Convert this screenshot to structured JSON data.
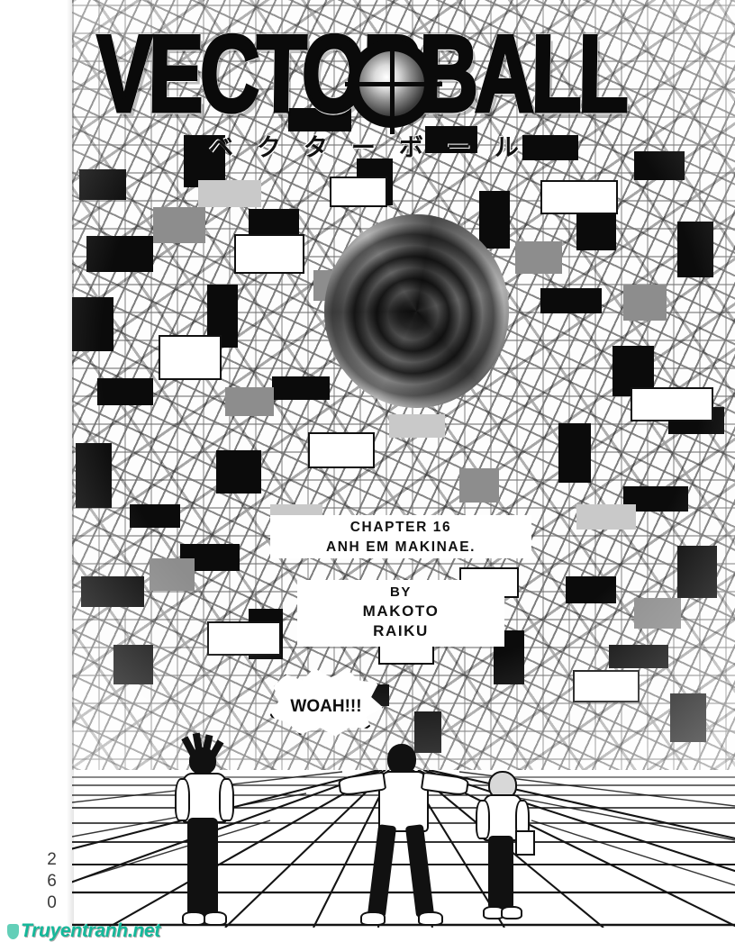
{
  "page": {
    "kind": "manga-chapter-title-page",
    "page_number": "260",
    "background_color": "#ffffff",
    "ink_color": "#0a0a0a"
  },
  "logo": {
    "title": "VECTORBALL",
    "title_plain": "VECTOR BALL",
    "subtitle_kana": "ベクターボール",
    "target_icon": "crosshair-target-icon"
  },
  "credits": {
    "chapter_label": "CHAPTER 16",
    "chapter_title": "ANH EM MAKINAE.",
    "by_label": "BY",
    "author_first": "MAKOTO",
    "author_last": "RAIKU"
  },
  "balloon": {
    "text": "WOAH!!!"
  },
  "scene": {
    "vortex_name": "spiral-vortex",
    "figures": [
      {
        "name": "character-spiky-hair-left",
        "pose": "standing-hands-in-pockets"
      },
      {
        "name": "character-center",
        "pose": "arms-outstretched"
      },
      {
        "name": "character-right-with-bag",
        "pose": "walking-away"
      }
    ],
    "floor": "perspective-grid-floor"
  },
  "watermark": {
    "text": "Truyentranh.net",
    "color": "#14b89a",
    "icon": "leaf-icon"
  }
}
